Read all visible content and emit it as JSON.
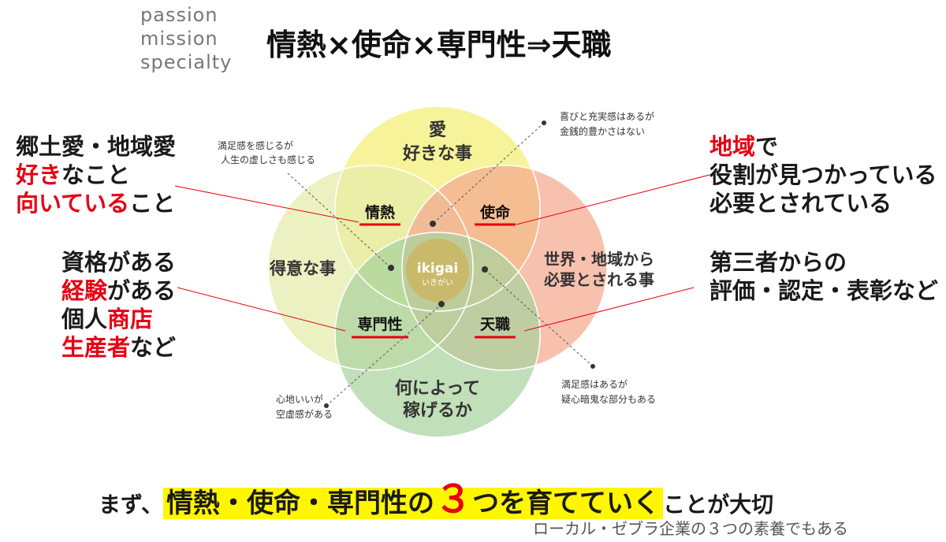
{
  "header": {
    "english_words": [
      "passion",
      "mission",
      "specialty"
    ],
    "title": "情熱×使命×専門性⇒天職"
  },
  "venn": {
    "circles": {
      "top": {
        "label_lines": [
          "愛",
          "好きな事"
        ],
        "color": "#f5ef7e"
      },
      "left": {
        "label_lines": [
          "得意な事"
        ],
        "color": "#e4ecaa"
      },
      "right": {
        "label_lines": [
          "世界・地域から",
          "必要とされる事"
        ],
        "color": "#f4a98f"
      },
      "bottom": {
        "label_lines": [
          "何によって",
          "稼げるか"
        ],
        "color": "#a9d29e"
      }
    },
    "overlaps": {
      "passion": "情熱",
      "mission": "使命",
      "specialty": "専門性",
      "vocation": "天職"
    },
    "center": {
      "title": "ikigai",
      "subtitle": "いきがい",
      "color": "#c9b96a"
    },
    "underline_color": "#e60012"
  },
  "annotations": {
    "top_left": [
      "満足感を感じるが",
      "人生の虚しさも感じる"
    ],
    "top_right": [
      "喜びと充実感はあるが",
      "金銭的豊かさはない"
    ],
    "bottom_left": [
      "心地いいが",
      "空虚感がある"
    ],
    "bottom_right": [
      "満足感はあるが",
      "疑心暗鬼な部分もある"
    ]
  },
  "side_text": {
    "left_top": {
      "line1": "郷土愛・地域愛",
      "line2_red": "好き",
      "line2_rest": "なこと",
      "line3_red": "向いている",
      "line3_rest": "こと"
    },
    "left_bottom": {
      "line1": "資格がある",
      "line2_red": "経験",
      "line2_rest": "がある",
      "line3_plain": "個人",
      "line3_red": "商店",
      "line4_red": "生産者",
      "line4_rest": "など"
    },
    "right_top": {
      "line1_red": "地域",
      "line1_rest": "で",
      "line2": "役割が見つかっている",
      "line3": "必要とされている"
    },
    "right_bottom": {
      "line1": "第三者からの",
      "line2": "評価・認定・表彰など"
    }
  },
  "bottom": {
    "prefix": "まず、",
    "highlight_before": "情熱・使命・専門性の",
    "highlight_number": "３",
    "highlight_after": "つを育てていく",
    "suffix": "ことが大切"
  },
  "footnote": "ローカル・ゼブラ企業の３つの素養でもある"
}
